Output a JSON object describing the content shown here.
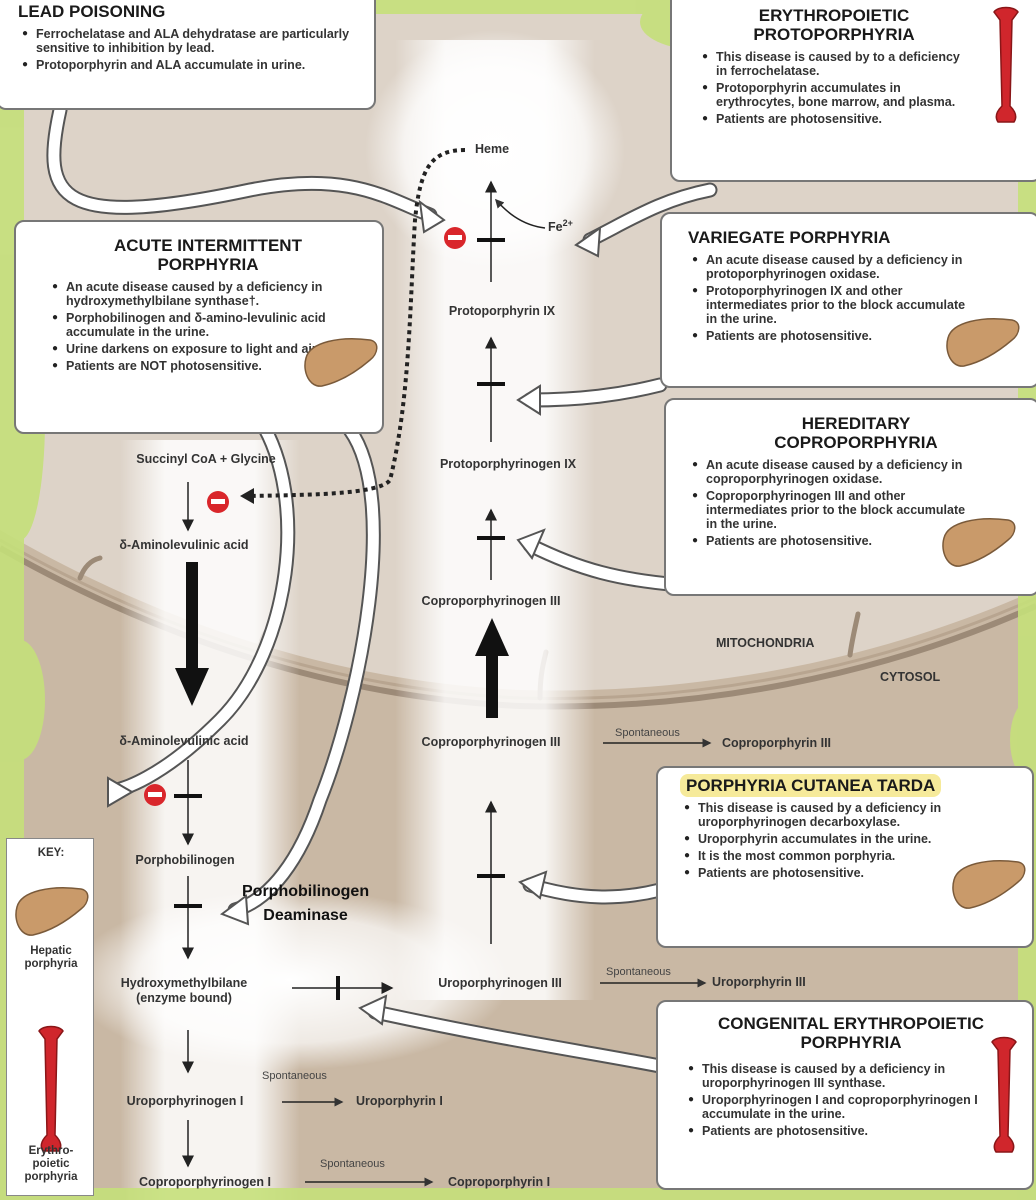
{
  "pathway": {
    "heme": "Heme",
    "fe": "Fe",
    "fe_sup": "2+",
    "protoporphyrin_ix": "Protoporphyrin IX",
    "protoporphyrinogen_ix": "Protoporphyrinogen IX",
    "coproporphyrinogen_iii_mito": "Coproporphyrinogen III",
    "succinyl_coa": "Succinyl CoA + Glycine",
    "ala_mito": "δ-Aminolevulinic acid",
    "ala_cyto": "δ-Aminolevulinic acid",
    "porphobilinogen": "Porphobilinogen",
    "pbg_deaminase": "Porphobilinogen\nDeaminase",
    "hydroxymethylbilane": "Hydroxymethylbilane\n(enzyme bound)",
    "coproporphyrinogen_iii_cyto": "Coproporphyrinogen III",
    "coproporphyrin_iii": "Coproporphyrin III",
    "uroporphyrinogen_iii": "Uroporphyrinogen III",
    "uroporphyrin_iii": "Uroporphyrin III",
    "uroporphyrinogen_i": "Uroporphyrinogen I",
    "uroporphyrin_i": "Uroporphyrin I",
    "coproporphyrinogen_i": "Coproporphyrinogen I",
    "coproporphyrin_i": "Coproporphyrin I",
    "spontaneous": "Spontaneous",
    "mitochondria": "MITOCHONDRIA",
    "cytosol": "CYTOSOL"
  },
  "boxes": {
    "lead": {
      "title": "LEAD POISONING",
      "items": [
        "Ferrochelatase and ALA dehydratase are particularly sensitive to inhibition by lead.",
        "Protoporphyrin and ALA accumulate in urine."
      ]
    },
    "epp": {
      "title": "ERYTHROPOIETIC\nPROTOPORPHYRIA",
      "items": [
        "This disease is caused by to a deficiency in ferrochelatase.",
        "Protoporphyrin accumulates in erythrocytes, bone marrow, and plasma.",
        "Patients are photosensitive."
      ]
    },
    "aip": {
      "title": "ACUTE INTERMITTENT\nPORPHYRIA",
      "items": [
        "An acute disease caused by a deficiency in hydroxymethylbilane synthase†.",
        "Porphobilinogen and δ-amino-levulinic acid accumulate in the urine.",
        "Urine darkens on exposure to light and air.",
        "Patients are NOT photosensitive."
      ]
    },
    "vp": {
      "title": "VARIEGATE PORPHYRIA",
      "items": [
        "An acute disease caused by a deficiency in protoporphyrinogen oxidase.",
        "Protoporphyrinogen IX and other intermediates prior to the block accumulate in the urine.",
        "Patients are photosensitive."
      ]
    },
    "hcp": {
      "title": "HEREDITARY\nCOPROPORPHYRIA",
      "items": [
        "An acute disease caused by a deficiency in coproporphyrinogen oxidase.",
        "Coproporphyrinogen III and other intermediates prior to the block accumulate in the urine.",
        "Patients are photosensitive."
      ]
    },
    "pct": {
      "title": "PORPHYRIA CUTANEA TARDA",
      "items": [
        "This disease is caused by a deficiency in uroporphyrinogen decarboxylase.",
        "Uroporphyrin accumulates in the urine.",
        "It is the most common porphyria.",
        "Patients are photosensitive."
      ]
    },
    "cep": {
      "title": "CONGENITAL ERYTHROPOIETIC\nPORPHYRIA",
      "items": [
        "This disease is caused by a deficiency in uroporphyrinogen III synthase.",
        "Uroporphyrinogen I and coproporphyrinogen I accumulate in the urine.",
        "Patients are photosensitive."
      ]
    }
  },
  "key": {
    "title": "KEY:",
    "hepatic": "Hepatic\nporphyria",
    "erythro": "Erythro-\npoietic\nporphyria"
  },
  "colors": {
    "cytosol": "#c9b8a4",
    "mito": "#ddd3c8",
    "highlight_green": "#c5e07a",
    "inhibit_red": "#d9262b",
    "liver": "#c99a6a",
    "bone": "#d0262c"
  }
}
